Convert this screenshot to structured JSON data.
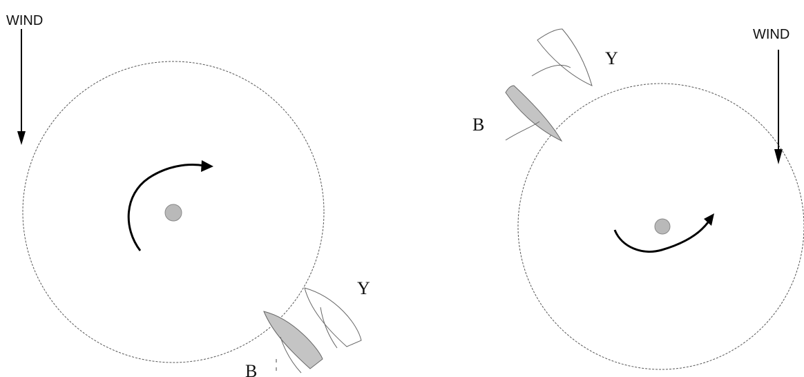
{
  "colors": {
    "zone_stroke": "#555555",
    "mark_fill": "#b9b9b9",
    "boat_b_fill": "#c4c4c4",
    "boat_y_fill": "#ffffff",
    "arrow": "#000000"
  },
  "left_diagram": {
    "wind_label": "WIND",
    "boat_b_label": "B",
    "boat_y_label": "Y"
  },
  "right_diagram": {
    "wind_label": "WIND",
    "boat_b_label": "B",
    "boat_y_label": "Y"
  }
}
